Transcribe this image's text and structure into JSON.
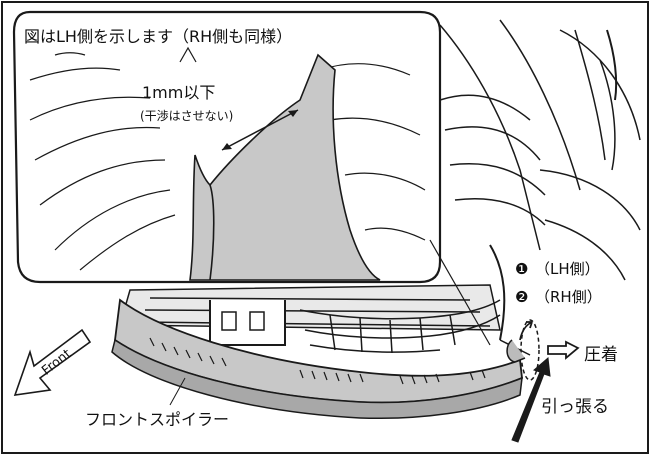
{
  "inset": {
    "note": "図はLH側を示します（RH側も同様）",
    "dimension": "1mm以下",
    "dimension_note": "(干渉はさせない)"
  },
  "part_label": "フロントスポイラー",
  "direction_label": "Front",
  "steps": [
    {
      "marker": "❶",
      "text": "（LH側）"
    },
    {
      "marker": "❷",
      "text": "（RH側）"
    }
  ],
  "action_press": "圧着",
  "action_pull": "引っ張る",
  "colors": {
    "line": "#1a1a1a",
    "spoiler_fill": "#c8c8c8",
    "spoiler_dark": "#a8a8a8",
    "background": "#ffffff"
  }
}
